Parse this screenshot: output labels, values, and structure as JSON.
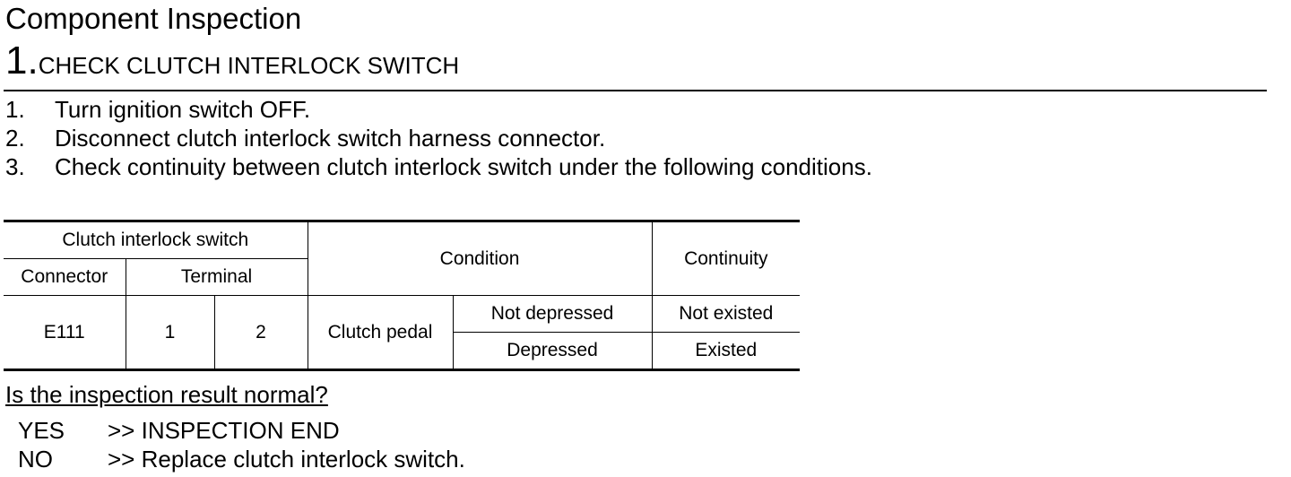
{
  "title": "Component Inspection",
  "step": {
    "number": "1.",
    "heading": "CHECK CLUTCH INTERLOCK SWITCH"
  },
  "instructions": [
    {
      "num": "1.",
      "text": "Turn ignition switch OFF."
    },
    {
      "num": "2.",
      "text": "Disconnect clutch interlock switch harness connector."
    },
    {
      "num": "3.",
      "text": "Check continuity between clutch interlock switch under the following conditions."
    }
  ],
  "table": {
    "group_header": "Clutch interlock switch",
    "connector_header": "Connector",
    "terminal_header": "Terminal",
    "condition_header": "Condition",
    "continuity_header": "Continuity",
    "connector": "E111",
    "terminal_a": "1",
    "terminal_b": "2",
    "condition_part": "Clutch pedal",
    "rows": [
      {
        "state": "Not depressed",
        "continuity": "Not existed"
      },
      {
        "state": "Depressed",
        "continuity": "Existed"
      }
    ]
  },
  "question": "Is the inspection result normal?",
  "answers": [
    {
      "key": "YES",
      "text": ">> INSPECTION END"
    },
    {
      "key": "NO",
      "text": ">> Replace clutch interlock switch."
    }
  ]
}
